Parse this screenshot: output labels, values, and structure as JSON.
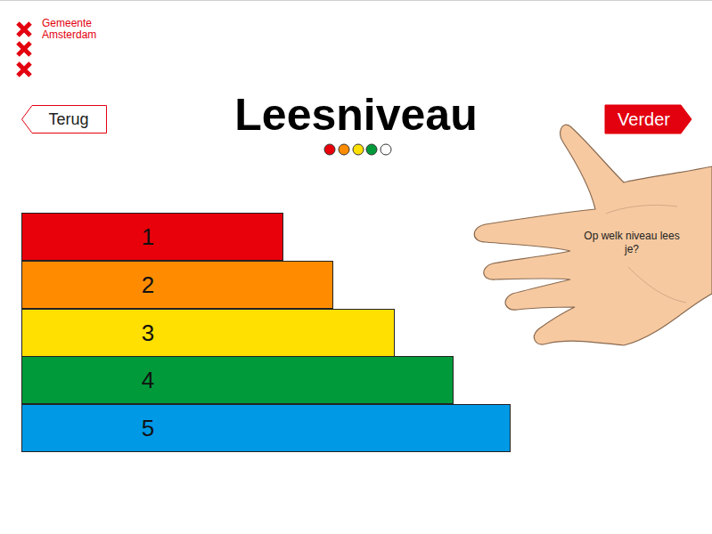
{
  "diagram": {
    "title": "Leesniveau",
    "nodes": [
      {
        "text": [
          "Terug"
        ]
      },
      {
        "text": [
          "Verder"
        ]
      },
      {
        "text": [
          "1"
        ]
      },
      {
        "text": [
          "2"
        ]
      },
      {
        "text": [
          "3"
        ]
      },
      {
        "text": [
          "4"
        ]
      },
      {
        "text": [
          "5"
        ]
      },
      {
        "text": [
          "Op welk niveau lees je?"
        ]
      }
    ],
    "labels": [
      "Gemeente Amsterdam"
    ]
  }
}
